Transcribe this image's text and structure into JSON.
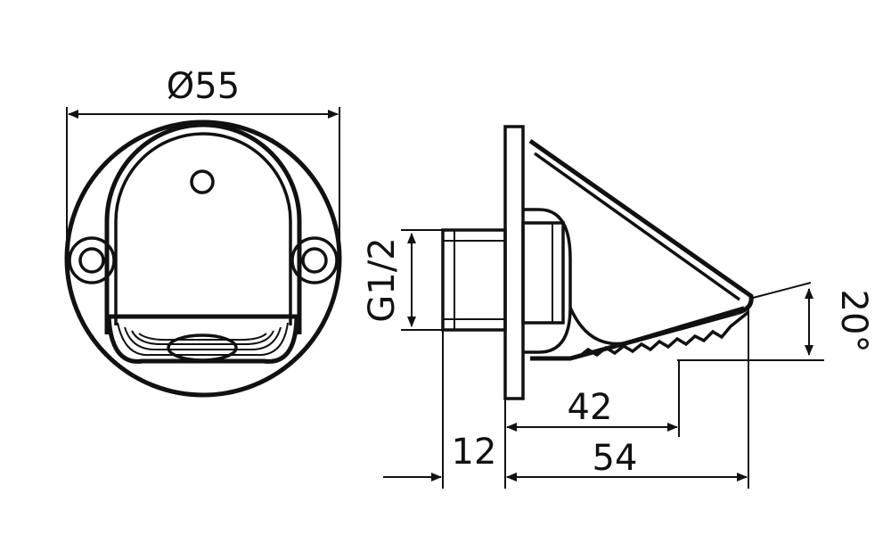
{
  "dimensions": {
    "diameter": "Ø55",
    "thread": "G1/2",
    "angle": "20°",
    "length_inner": "42",
    "length_total": "54",
    "thread_length": "12"
  },
  "colors": {
    "ink": "#111111",
    "background": "#ffffff"
  }
}
